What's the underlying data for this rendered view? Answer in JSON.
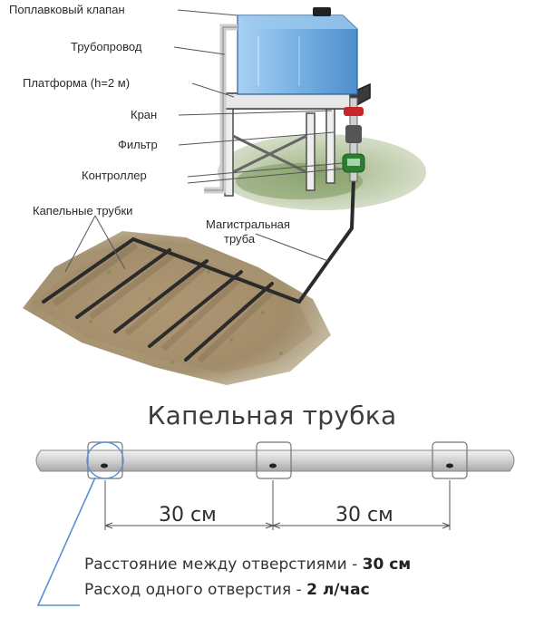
{
  "labels": {
    "float_valve": "Поплавковый клапан",
    "pipeline": "Трубопровод",
    "platform": "Платформа (h=2 м)",
    "tap": "Кран",
    "filter": "Фильтр",
    "controller": "Контроллер",
    "drip_tubes": "Капельные трубки",
    "main_pipe_line1": "Магистральная",
    "main_pipe_line2": "труба"
  },
  "tube": {
    "title": "Капельная трубка",
    "spacing_left": "30 см",
    "spacing_right": "30 см"
  },
  "info": {
    "distance_label": "Расстояние между отверстиями - ",
    "distance_value": "30 см",
    "flow_label": "Расход одного отверстия - ",
    "flow_value": "2 л/час"
  },
  "colors": {
    "tank": "#7fb3e0",
    "pipe": "#d9d9d9",
    "callout": "#5b8fd6",
    "soil": "#b69a78"
  }
}
